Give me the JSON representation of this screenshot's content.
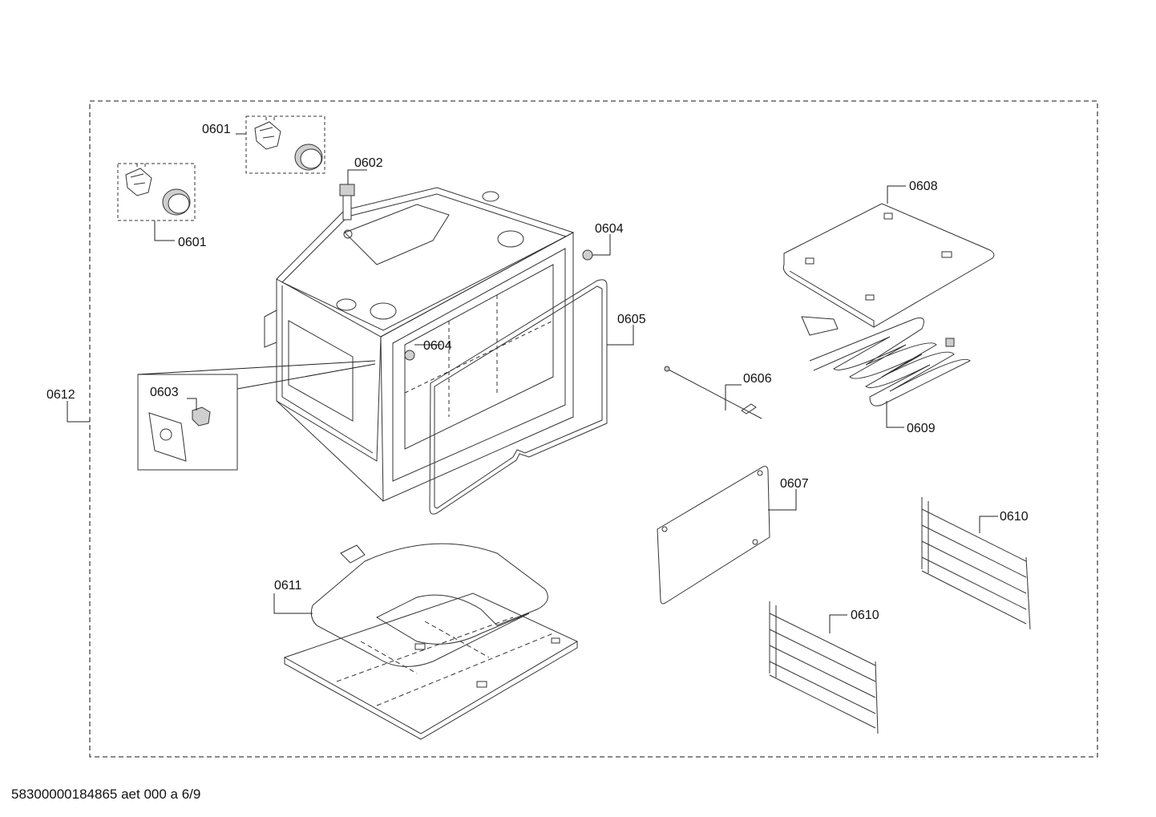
{
  "labels": {
    "p0601a": "0601",
    "p0601b": "0601",
    "p0602": "0602",
    "p0603": "0603",
    "p0604a": "0604",
    "p0604b": "0604",
    "p0605": "0605",
    "p0606": "0606",
    "p0607": "0607",
    "p0608": "0608",
    "p0609": "0609",
    "p0610a": "0610",
    "p0610b": "0610",
    "p0611": "0611",
    "p0612": "0612"
  },
  "footer": "58300000184865 aet 000 a 6/9"
}
